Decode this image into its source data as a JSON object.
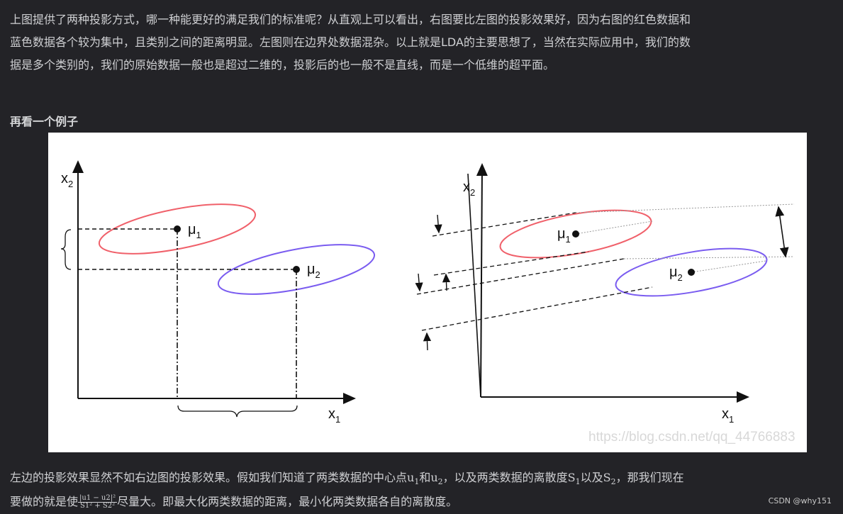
{
  "paragraph1": {
    "line1": "上图提供了两种投影方式，哪一种能更好的满足我们的标准呢？从直观上可以看出，右图要比左图的投影效果好，因为右图的红色数据和",
    "line2": "蓝色数据各个较为集中，且类别之间的距离明显。左图则在边界处数据混杂。以上就是LDA的主要思想了，当然在实际应用中，我们的数",
    "line3": "据是多个类别的，我们的原始数据一般也是超过二维的，投影后的也一般不是直线，而是一个低维的超平面。"
  },
  "heading": "再看一个例子",
  "figure": {
    "left": {
      "y_label": "x",
      "y_sub": "2",
      "x_label": "x",
      "x_sub": "1",
      "mu1": "μ",
      "mu1_sub": "1",
      "mu2": "μ",
      "mu2_sub": "2"
    },
    "right": {
      "y_label": "x",
      "y_sub": "2",
      "x_label": "x",
      "x_sub": "1",
      "mu1": "μ",
      "mu1_sub": "1",
      "mu2": "μ",
      "mu2_sub": "2"
    },
    "watermark": "https://blog.csdn.net/qq_44766883",
    "colors": {
      "class1": "#f0606a",
      "class2": "#7a5cf0"
    }
  },
  "paragraph2": {
    "a": "左边的投影效果显然不如右边图的投影效果。假如我们知道了两类数据的中心点",
    "u": "u",
    "s1": "1",
    "and": "和",
    "s2": "2",
    "b": "，以及两类数据的离散度",
    "S": "S",
    "c": "以及",
    "d": "，那我们现在",
    "line2a": "要做的就是使",
    "frac_num": "|u1 − u2|²",
    "frac_den": "S1² + S2²",
    "line2b": "尽量大。即最大化两类数据的距离，最小化两类数据各自的离散度。"
  },
  "badge": "CSDN @why151"
}
